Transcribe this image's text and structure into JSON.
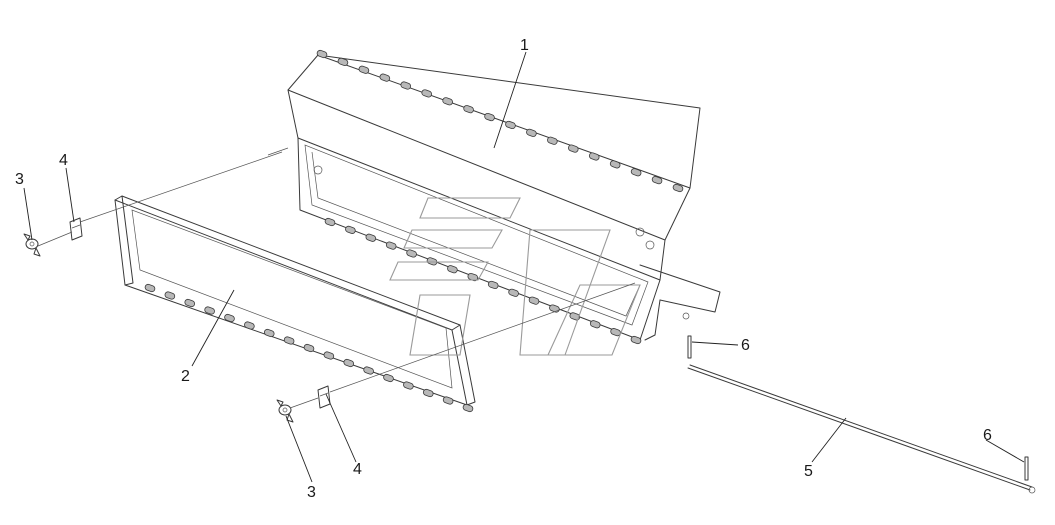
{
  "callouts": [
    {
      "label": "1"
    },
    {
      "label": "2"
    },
    {
      "label": "3"
    },
    {
      "label": "4"
    },
    {
      "label": "3"
    },
    {
      "label": "4"
    },
    {
      "label": "6"
    },
    {
      "label": "6"
    },
    {
      "label": "5"
    }
  ],
  "colors": {
    "line": "#3a3a3a",
    "roller": "#b8b8b8",
    "watermark": "#9a9a9a"
  }
}
